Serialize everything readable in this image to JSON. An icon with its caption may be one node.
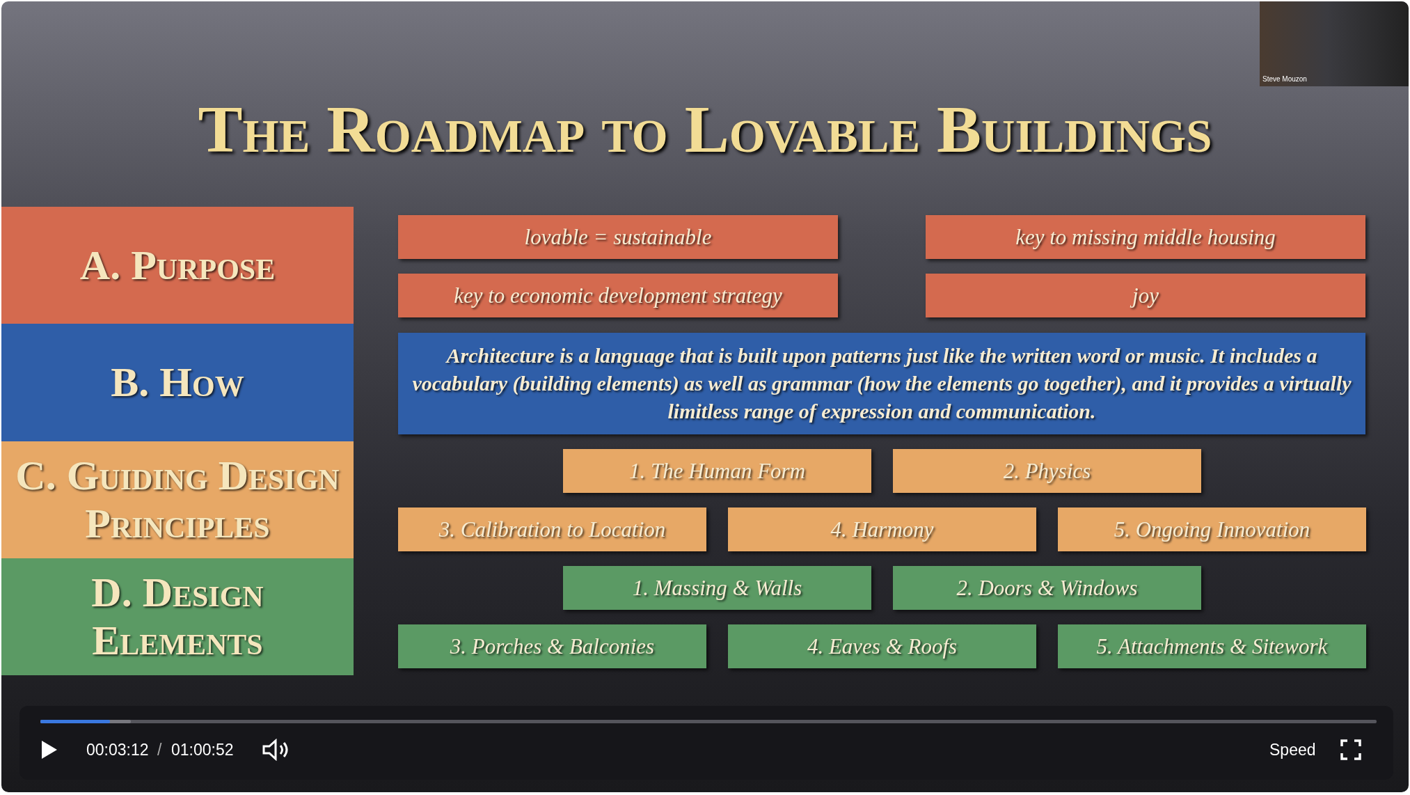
{
  "diagram": {
    "title": "The Roadmap to Lovable Buildings",
    "nodes": [
      {
        "text": [
          "A. Purpose"
        ]
      },
      {
        "text": [
          "lovable = sustainable"
        ]
      },
      {
        "text": [
          "key to missing middle housing"
        ]
      },
      {
        "text": [
          "key to economic development strategy"
        ]
      },
      {
        "text": [
          "joy"
        ]
      },
      {
        "text": [
          "B. How"
        ]
      },
      {
        "text": [
          "Architecture is a language that is built upon patterns just like the written word or music. It includes a vocabulary (building elements) as well as grammar (how the elements go together), and it provides a virtually limitless range of expression and communication."
        ]
      },
      {
        "text": [
          "C. Guiding Design Principles"
        ]
      },
      {
        "text": [
          "1. The Human Form"
        ]
      },
      {
        "text": [
          "2. Physics"
        ]
      },
      {
        "text": [
          "3. Calibration to Location"
        ]
      },
      {
        "text": [
          "4. Harmony"
        ]
      },
      {
        "text": [
          "5. Ongoing Innovation"
        ]
      },
      {
        "text": [
          "D. Design Elements"
        ]
      },
      {
        "text": [
          "1. Massing & Walls"
        ]
      },
      {
        "text": [
          "2. Doors & Windows"
        ]
      },
      {
        "text": [
          "3. Porches & Balconies"
        ]
      },
      {
        "text": [
          "4. Eaves & Roofs"
        ]
      },
      {
        "text": [
          "5. Attachments & Sitework"
        ]
      }
    ],
    "labels": [
      "Steve Mouzon",
      "00:03:12",
      "/",
      "01:00:52",
      "Speed"
    ]
  }
}
